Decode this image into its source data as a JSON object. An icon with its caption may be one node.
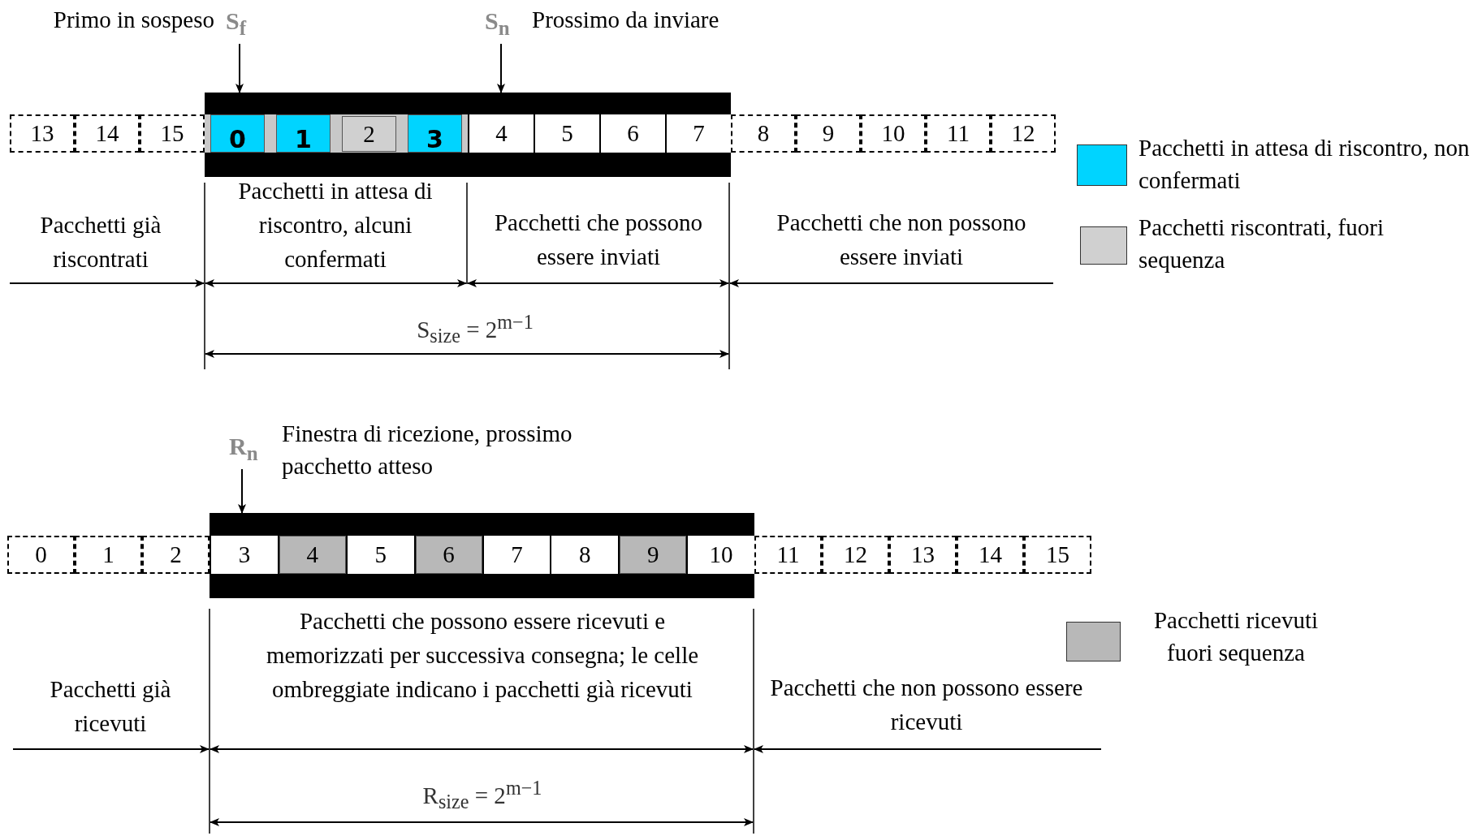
{
  "diagram": {
    "nodes": [
      {
        "text": [
          "S$_{f}$"
        ],
        "beside": [
          "Primo in sospeso"
        ]
      },
      {
        "text": [
          "S$_{n}$"
        ],
        "beside": [
          "Prossimo da inviare"
        ]
      },
      {
        "text": [
          "13"
        ]
      },
      {
        "text": [
          "14"
        ]
      },
      {
        "text": [
          "15"
        ]
      },
      {
        "text": [],
        "shape": "bar"
      },
      {
        "text": [
          "0"
        ],
        "in": 5
      },
      {
        "text": [
          "1"
        ],
        "in": 5
      },
      {
        "text": [
          "2"
        ],
        "in": 5
      },
      {
        "text": [
          "3"
        ],
        "in": 5
      },
      {
        "text": [
          "4"
        ],
        "in": 5
      },
      {
        "text": [
          "5"
        ],
        "in": 5
      },
      {
        "text": [
          "6"
        ],
        "in": 5
      },
      {
        "text": [
          "7"
        ],
        "in": 5
      },
      {
        "text": [
          "8"
        ]
      },
      {
        "text": [
          "9"
        ]
      },
      {
        "text": [
          "10"
        ]
      },
      {
        "text": [
          "11"
        ]
      },
      {
        "text": [
          "12"
        ]
      },
      {
        "text": [
          "R$_{n}$"
        ],
        "beside": [
          "Finestra di ricezione, prossimo pacchetto atteso"
        ]
      },
      {
        "text": [
          "0"
        ]
      },
      {
        "text": [
          "1"
        ]
      },
      {
        "text": [
          "2"
        ]
      },
      {
        "text": [],
        "shape": "bar"
      },
      {
        "text": [
          "3"
        ],
        "in": 23
      },
      {
        "text": [
          "4"
        ],
        "in": 23
      },
      {
        "text": [
          "5"
        ],
        "in": 23
      },
      {
        "text": [
          "6"
        ],
        "in": 23
      },
      {
        "text": [
          "7"
        ],
        "in": 23
      },
      {
        "text": [
          "8"
        ],
        "in": 23
      },
      {
        "text": [
          "9"
        ],
        "in": 23
      },
      {
        "text": [
          "10"
        ],
        "in": 23
      },
      {
        "text": [
          "11"
        ]
      },
      {
        "text": [
          "12"
        ]
      },
      {
        "text": [
          "13"
        ]
      },
      {
        "text": [
          "14"
        ]
      },
      {
        "text": [
          "15"
        ]
      }
    ],
    "edges": [
      {
        "from": 0,
        "to": 5,
        "arrow": "to"
      },
      {
        "from": 1,
        "to": 5,
        "arrow": "to"
      },
      {
        "from": 19,
        "to": 23,
        "arrow": "to"
      }
    ],
    "labels": [
      "Pacchetti già riscontrati",
      "Pacchetti in attesa di riscontro, alcuni confermati",
      "Pacchetti che possono essere inviati",
      "Pacchetti che non possono essere inviati",
      "S$_{size}$ = 2$^{m−1}$",
      "Pacchetti che possono essere ricevuti e memorizzati per successiva consegna; le celle ombreggiate indicano i pacchetti già ricevuti",
      "Pacchetti già ricevuti",
      "Pacchetti che non possono essere ricevuti",
      "R$_{size}$ = 2$^{m−1}$"
    ],
    "legend": [
      {
        "text": "Pacchetti in attesa di riscontro, non confermati",
        "color": "#00d4ff"
      },
      {
        "text": "Pacchetti riscontrati, fuori sequenza",
        "color": "#d0d0d0"
      },
      {
        "text": "Pacchetti ricevuti fuori sequenza",
        "color": "#b8b8b8"
      }
    ]
  }
}
